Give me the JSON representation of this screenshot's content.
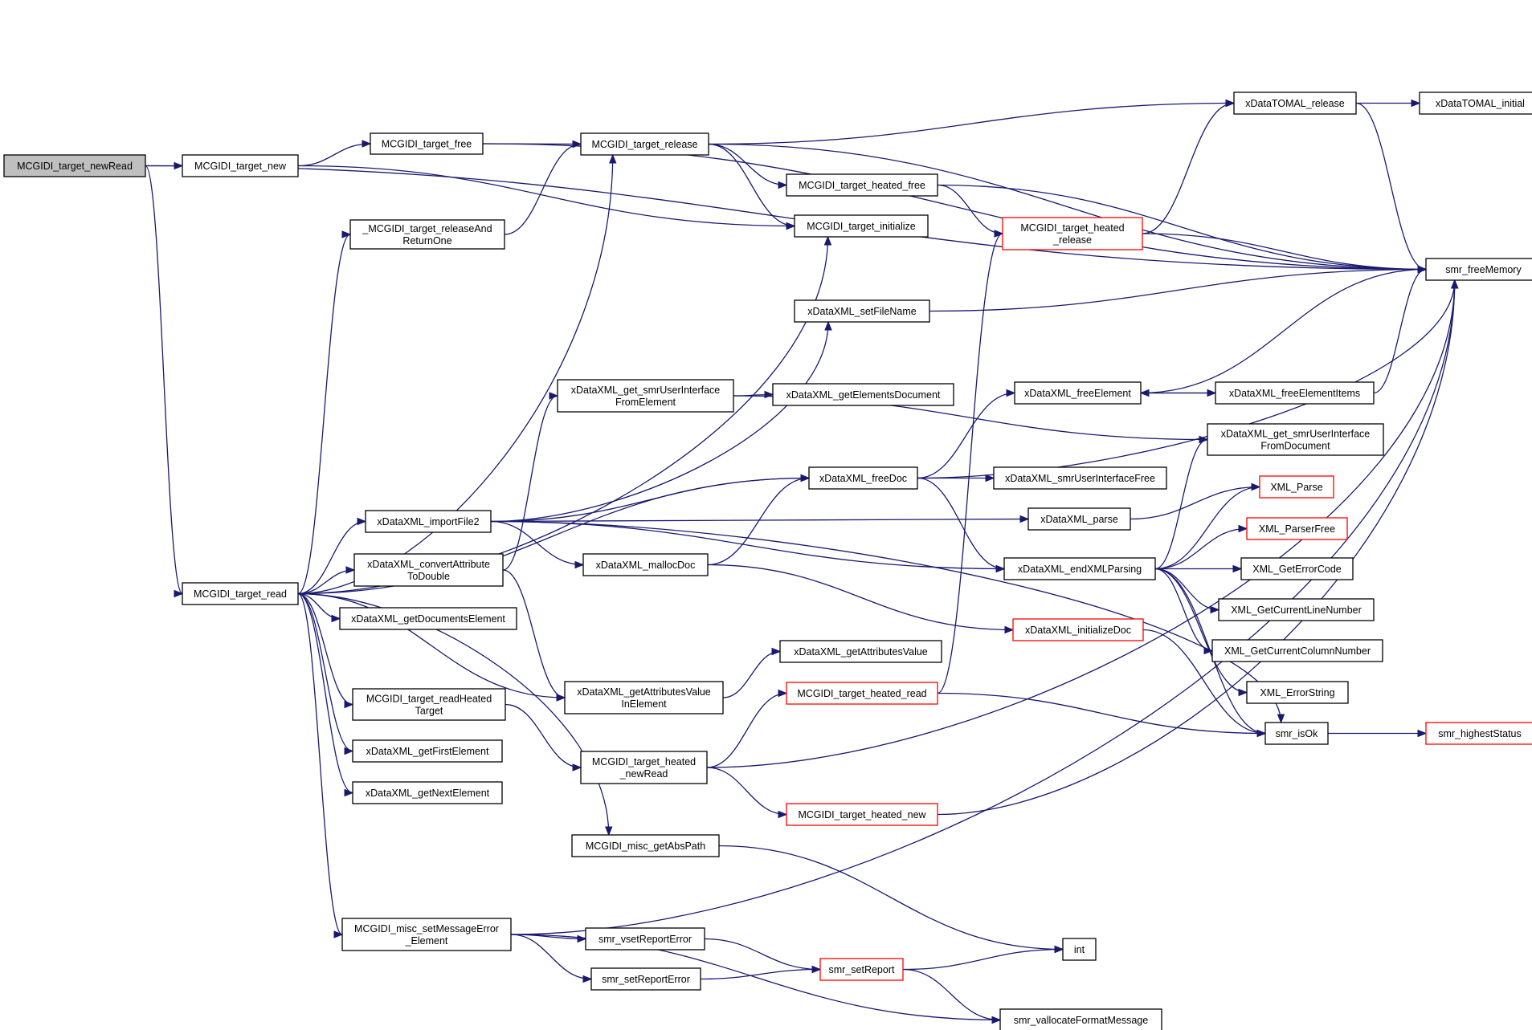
{
  "graph": {
    "colors": {
      "edge": "#191970",
      "node_border": "#000000",
      "node_fill": "#ffffff",
      "root_fill": "#bfbfbf",
      "truncated_border": "#ff0000"
    },
    "nodes": [
      {
        "id": "newRead",
        "lines": [
          "MCGIDI_target_newRead"
        ],
        "root": true
      },
      {
        "id": "new",
        "lines": [
          "MCGIDI_target_new"
        ]
      },
      {
        "id": "read",
        "lines": [
          "MCGIDI_target_read"
        ]
      },
      {
        "id": "free",
        "lines": [
          "MCGIDI_target_free"
        ]
      },
      {
        "id": "initialize",
        "lines": [
          "MCGIDI_target_initialize"
        ]
      },
      {
        "id": "freeMemory",
        "lines": [
          "smr_freeMemory"
        ]
      },
      {
        "id": "release",
        "lines": [
          "MCGIDI_target_release"
        ]
      },
      {
        "id": "releaseAnd",
        "lines": [
          "_MCGIDI_target_releaseAnd",
          "ReturnOne"
        ]
      },
      {
        "id": "heatedFree",
        "lines": [
          "MCGIDI_target_heated_free"
        ]
      },
      {
        "id": "tomalRelease",
        "lines": [
          "xDataTOMAL_release"
        ]
      },
      {
        "id": "heatedRelease",
        "lines": [
          "MCGIDI_target_heated",
          "_release"
        ],
        "red": true
      },
      {
        "id": "tomalInitial",
        "lines": [
          "xDataTOMAL_initial"
        ]
      },
      {
        "id": "importFile2",
        "lines": [
          "xDataXML_importFile2"
        ]
      },
      {
        "id": "convertAttr",
        "lines": [
          "xDataXML_convertAttribute",
          "ToDouble"
        ]
      },
      {
        "id": "getDocElem",
        "lines": [
          "xDataXML_getDocumentsElement"
        ]
      },
      {
        "id": "getAttrValElem",
        "lines": [
          "xDataXML_getAttributesValue",
          "InElement"
        ]
      },
      {
        "id": "readHeated",
        "lines": [
          "MCGIDI_target_readHeated",
          "Target"
        ]
      },
      {
        "id": "getFirst",
        "lines": [
          "xDataXML_getFirstElement"
        ]
      },
      {
        "id": "getNext",
        "lines": [
          "xDataXML_getNextElement"
        ]
      },
      {
        "id": "getAbsPath",
        "lines": [
          "MCGIDI_misc_getAbsPath"
        ]
      },
      {
        "id": "setMsgErr",
        "lines": [
          "MCGIDI_misc_setMessageError",
          "_Element"
        ]
      },
      {
        "id": "freeDoc",
        "lines": [
          "xDataXML_freeDoc"
        ]
      },
      {
        "id": "setFileName",
        "lines": [
          "xDataXML_setFileName"
        ]
      },
      {
        "id": "parse",
        "lines": [
          "xDataXML_parse"
        ]
      },
      {
        "id": "mallocDoc",
        "lines": [
          "xDataXML_mallocDoc"
        ]
      },
      {
        "id": "endXML",
        "lines": [
          "xDataXML_endXMLParsing"
        ]
      },
      {
        "id": "isOk",
        "lines": [
          "smr_isOk"
        ]
      },
      {
        "id": "getSmrElem",
        "lines": [
          "xDataXML_get_smrUserInterface",
          "FromElement"
        ]
      },
      {
        "id": "getElemsDoc",
        "lines": [
          "xDataXML_getElementsDocument"
        ]
      },
      {
        "id": "getSmrDoc",
        "lines": [
          "xDataXML_get_smrUserInterface",
          "FromDocument"
        ]
      },
      {
        "id": "freeElement",
        "lines": [
          "xDataXML_freeElement"
        ]
      },
      {
        "id": "freeElemItems",
        "lines": [
          "xDataXML_freeElementItems"
        ]
      },
      {
        "id": "smrUIFree",
        "lines": [
          "xDataXML_smrUserInterfaceFree"
        ]
      },
      {
        "id": "initDoc",
        "lines": [
          "xDataXML_initializeDoc"
        ],
        "red": true
      },
      {
        "id": "getAttrVal",
        "lines": [
          "xDataXML_getAttributesValue"
        ]
      },
      {
        "id": "heatedNewRead",
        "lines": [
          "MCGIDI_target_heated",
          "_newRead"
        ]
      },
      {
        "id": "heatedRead",
        "lines": [
          "MCGIDI_target_heated_read"
        ],
        "red": true
      },
      {
        "id": "heatedNew",
        "lines": [
          "MCGIDI_target_heated_new"
        ],
        "red": true
      },
      {
        "id": "xmlParse",
        "lines": [
          "XML_Parse"
        ],
        "red": true
      },
      {
        "id": "xmlParserFree",
        "lines": [
          "XML_ParserFree"
        ],
        "red": true
      },
      {
        "id": "xmlErrCode",
        "lines": [
          "XML_GetErrorCode"
        ]
      },
      {
        "id": "xmlLine",
        "lines": [
          "XML_GetCurrentLineNumber"
        ]
      },
      {
        "id": "xmlCol",
        "lines": [
          "XML_GetCurrentColumnNumber"
        ]
      },
      {
        "id": "xmlErrStr",
        "lines": [
          "XML_ErrorString"
        ]
      },
      {
        "id": "highestStatus",
        "lines": [
          "smr_highestStatus"
        ],
        "red": true
      },
      {
        "id": "vsetReport",
        "lines": [
          "smr_vsetReportError"
        ]
      },
      {
        "id": "setReportErr",
        "lines": [
          "smr_setReportError"
        ]
      },
      {
        "id": "setReport",
        "lines": [
          "smr_setReport"
        ],
        "red": true
      },
      {
        "id": "int",
        "lines": [
          "int"
        ]
      },
      {
        "id": "vallocate",
        "lines": [
          "smr_vallocateFormatMessage"
        ]
      }
    ],
    "edges": [
      [
        "newRead",
        "new"
      ],
      [
        "newRead",
        "read"
      ],
      [
        "newRead",
        "freeMemory"
      ],
      [
        "new",
        "free"
      ],
      [
        "new",
        "initialize"
      ],
      [
        "free",
        "release"
      ],
      [
        "free",
        "freeMemory"
      ],
      [
        "release",
        "tomalRelease"
      ],
      [
        "release",
        "heatedFree"
      ],
      [
        "release",
        "initialize"
      ],
      [
        "release",
        "freeMemory"
      ],
      [
        "releaseAnd",
        "release"
      ],
      [
        "heatedFree",
        "heatedRelease"
      ],
      [
        "heatedFree",
        "freeMemory"
      ],
      [
        "heatedRelease",
        "tomalRelease"
      ],
      [
        "heatedRelease",
        "freeMemory"
      ],
      [
        "tomalRelease",
        "tomalInitial"
      ],
      [
        "tomalRelease",
        "freeMemory"
      ],
      [
        "read",
        "releaseAnd"
      ],
      [
        "read",
        "release"
      ],
      [
        "read",
        "initialize"
      ],
      [
        "read",
        "importFile2"
      ],
      [
        "read",
        "convertAttr"
      ],
      [
        "read",
        "getDocElem"
      ],
      [
        "read",
        "getAttrValElem"
      ],
      [
        "read",
        "readHeated"
      ],
      [
        "read",
        "getFirst"
      ],
      [
        "read",
        "getNext"
      ],
      [
        "read",
        "getAbsPath"
      ],
      [
        "read",
        "setMsgErr"
      ],
      [
        "read",
        "freeDoc"
      ],
      [
        "importFile2",
        "setFileName"
      ],
      [
        "importFile2",
        "freeDoc"
      ],
      [
        "importFile2",
        "parse"
      ],
      [
        "importFile2",
        "mallocDoc"
      ],
      [
        "importFile2",
        "endXML"
      ],
      [
        "importFile2",
        "isOk"
      ],
      [
        "convertAttr",
        "getSmrElem"
      ],
      [
        "convertAttr",
        "getAttrValElem"
      ],
      [
        "getSmrElem",
        "getElemsDoc"
      ],
      [
        "getSmrElem",
        "getSmrDoc"
      ],
      [
        "getAttrValElem",
        "getAttrVal"
      ],
      [
        "setFileName",
        "freeMemory"
      ],
      [
        "freeDoc",
        "freeMemory"
      ],
      [
        "freeDoc",
        "freeElement"
      ],
      [
        "freeDoc",
        "smrUIFree"
      ],
      [
        "freeDoc",
        "endXML"
      ],
      [
        "freeElement",
        "freeElemItems"
      ],
      [
        "freeElement",
        "freeMemory"
      ],
      [
        "freeElemItems",
        "freeElement"
      ],
      [
        "freeElemItems",
        "freeMemory"
      ],
      [
        "mallocDoc",
        "freeDoc"
      ],
      [
        "mallocDoc",
        "initDoc"
      ],
      [
        "parse",
        "xmlParse"
      ],
      [
        "endXML",
        "getSmrDoc"
      ],
      [
        "endXML",
        "xmlParse"
      ],
      [
        "endXML",
        "xmlParserFree"
      ],
      [
        "endXML",
        "xmlErrCode"
      ],
      [
        "endXML",
        "xmlLine"
      ],
      [
        "endXML",
        "xmlCol"
      ],
      [
        "endXML",
        "xmlErrStr"
      ],
      [
        "endXML",
        "isOk"
      ],
      [
        "initDoc",
        "isOk"
      ],
      [
        "readHeated",
        "heatedNewRead"
      ],
      [
        "heatedNewRead",
        "heatedRead"
      ],
      [
        "heatedNewRead",
        "heatedNew"
      ],
      [
        "heatedNewRead",
        "freeMemory"
      ],
      [
        "heatedRead",
        "heatedRelease"
      ],
      [
        "heatedRead",
        "isOk"
      ],
      [
        "heatedNew",
        "freeMemory"
      ],
      [
        "isOk",
        "highestStatus"
      ],
      [
        "getAbsPath",
        "int"
      ],
      [
        "setMsgErr",
        "vsetReport"
      ],
      [
        "setMsgErr",
        "setReportErr"
      ],
      [
        "setMsgErr",
        "vallocate"
      ],
      [
        "setMsgErr",
        "freeMemory"
      ],
      [
        "vsetReport",
        "setReport"
      ],
      [
        "setReportErr",
        "setReport"
      ],
      [
        "setReport",
        "int"
      ],
      [
        "setReport",
        "vallocate"
      ]
    ]
  }
}
